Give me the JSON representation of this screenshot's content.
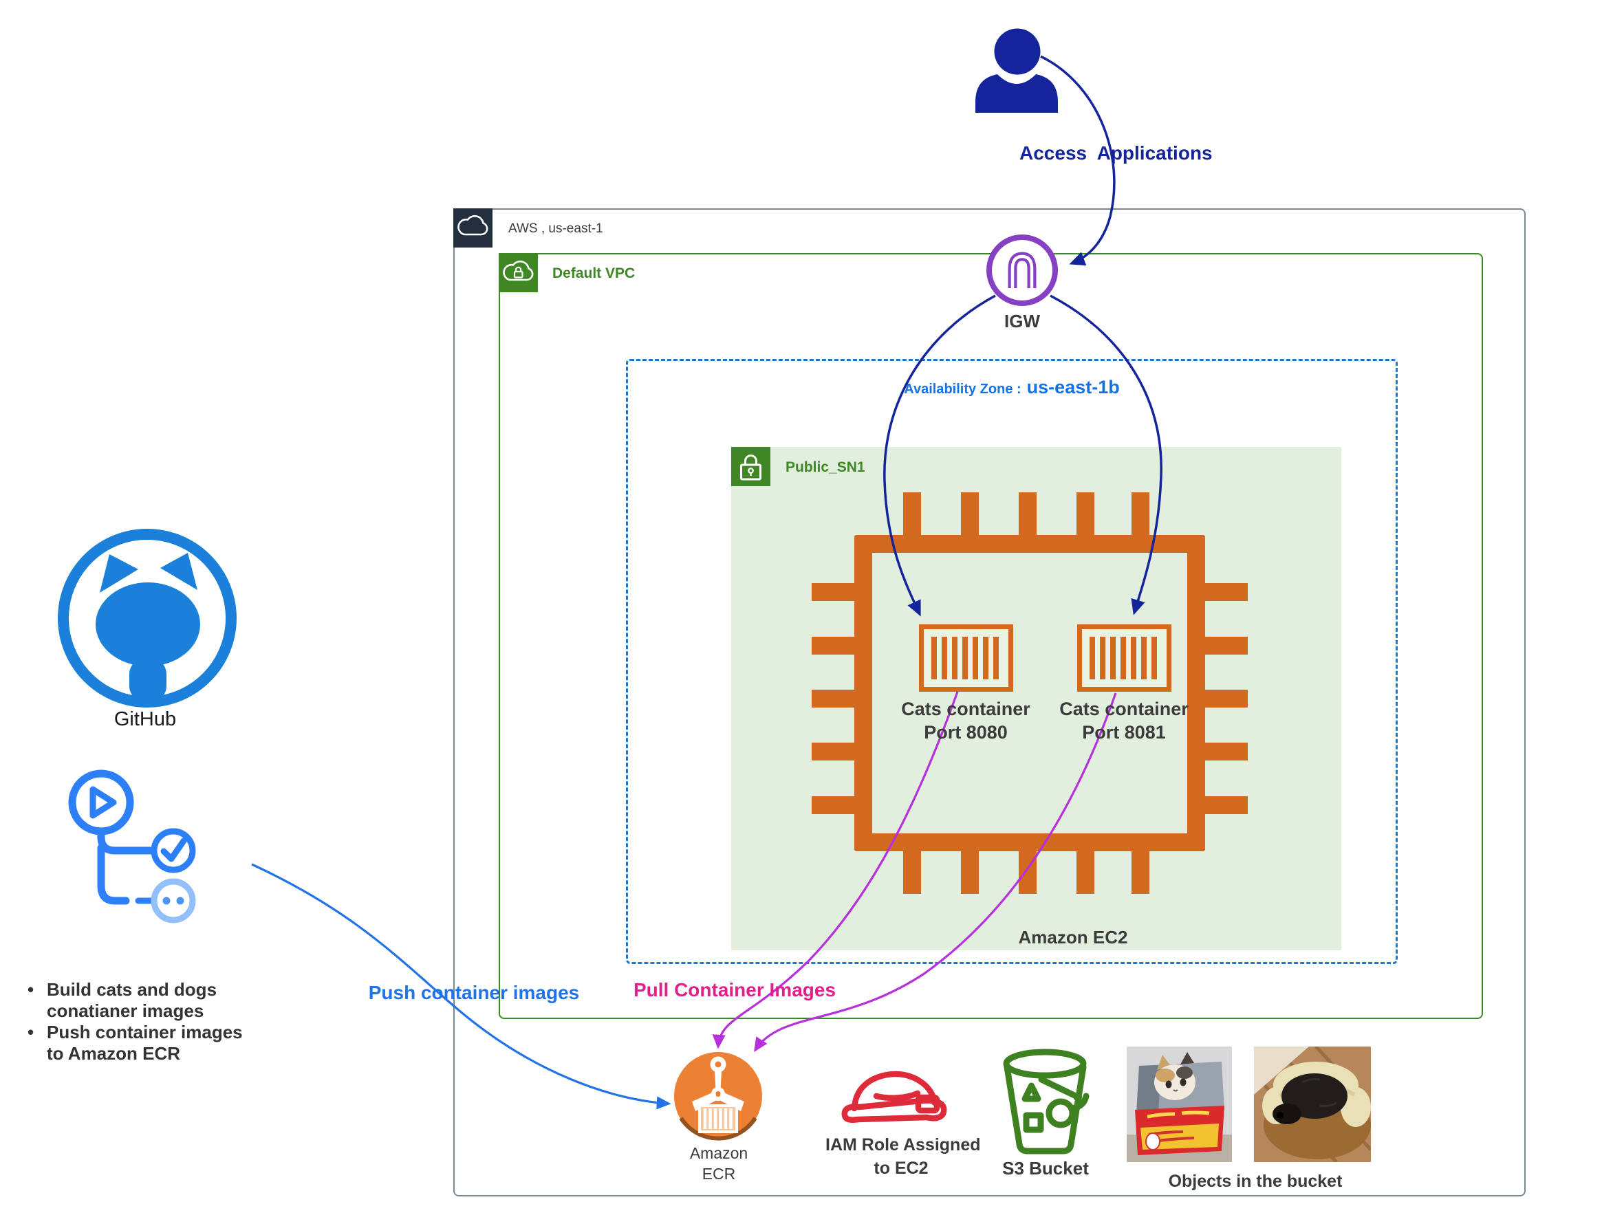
{
  "colors": {
    "navy_arrow": "#14259C",
    "igw_purple": "#8540C4",
    "green": "#3F8624",
    "subnet_bg": "#E3EFDE",
    "chip_orange": "#D2691E",
    "ecr_orange": "#EC8034",
    "az_text_blue": "#1273E8",
    "az_dash_blue": "#2078CC",
    "github_blue": "#1A80D9",
    "cicd_blue": "#2D7FF8",
    "cicd_light_blue": "#93C0FA",
    "push_blue": "#2273E8",
    "pull_curve_purple": "#B631DB",
    "pull_label_pink": "#E0218A",
    "iam_red": "#DD2B3A",
    "s3_green": "#3E8121",
    "text_dark": "#3B3B3B",
    "frame_gray": "#7A8794",
    "aws_icon_bg": "#232F3E"
  },
  "actor": {
    "label": "Access  Applications"
  },
  "aws": {
    "label": "AWS , us-east-1"
  },
  "vpc": {
    "label": "Default VPC"
  },
  "az": {
    "label_prefix": "Availability Zone :",
    "zone": "us-east-1b"
  },
  "subnet": {
    "label": "Public_SN1"
  },
  "ec2": {
    "label": "Amazon EC2"
  },
  "igw": {
    "label": "IGW"
  },
  "containers": [
    {
      "line1": "Cats container",
      "line2": "Port 8080"
    },
    {
      "line1": "Cats container",
      "line2": "Port 8081"
    }
  ],
  "github": {
    "label": "GitHub"
  },
  "notes": [
    {
      "line1": "Build cats and dogs",
      "line2": "conatianer images"
    },
    {
      "line1": "Push container images",
      "line2": "to Amazon ECR"
    }
  ],
  "flows": {
    "push_label": "Push container images",
    "pull_label": "Pull Container Images"
  },
  "ecr": {
    "line1": "Amazon",
    "line2": "ECR"
  },
  "iam": {
    "line1": "IAM Role Assigned",
    "line2": "to EC2"
  },
  "s3": {
    "label": "S3 Bucket"
  },
  "bucket_objects": {
    "label": "Objects in the bucket"
  }
}
